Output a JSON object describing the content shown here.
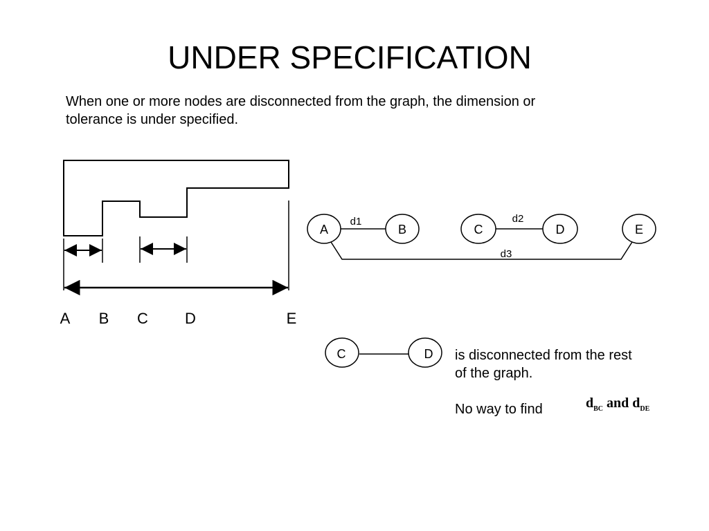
{
  "slide": {
    "title": "UNDER SPECIFICATION",
    "body": "When  one or more nodes are disconnected from the graph, the dimension or tolerance is under specified."
  },
  "part_labels": [
    "A",
    "B",
    "C",
    "D",
    "E"
  ],
  "graph": {
    "nodes": [
      "A",
      "B",
      "C",
      "D",
      "E"
    ],
    "edges": [
      {
        "from": "A",
        "to": "B",
        "label": "d1"
      },
      {
        "from": "C",
        "to": "D",
        "label": "d2"
      },
      {
        "from": "A",
        "to": "E",
        "label": "d3"
      }
    ]
  },
  "subgraph": {
    "nodes": [
      "C",
      "D"
    ]
  },
  "notes": {
    "disconnected": "is disconnected from the rest of the graph.",
    "no_way": "No way to find",
    "formula_d1": "d",
    "formula_sub1": "BC",
    "formula_and": " and ",
    "formula_d2": "d",
    "formula_sub2": "DE"
  }
}
